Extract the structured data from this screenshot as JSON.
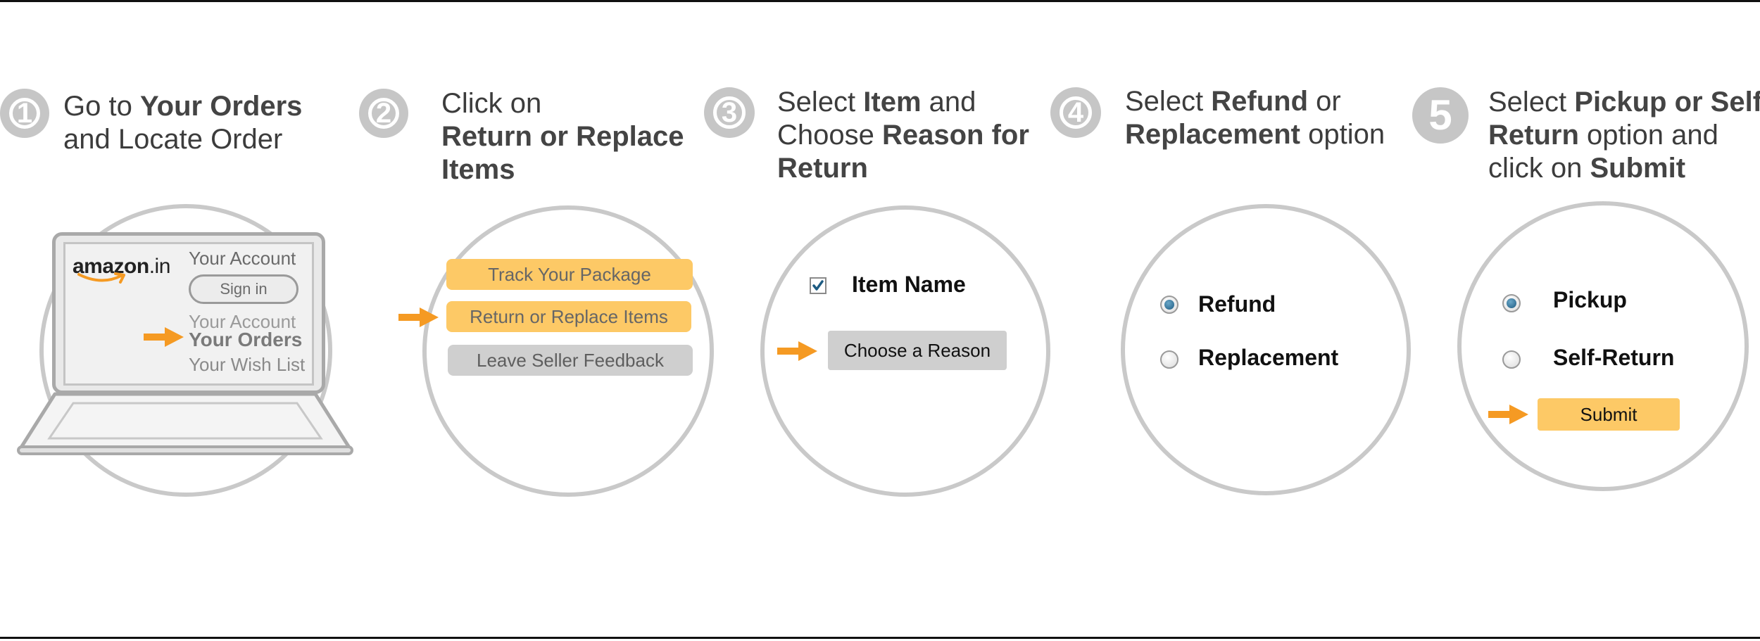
{
  "steps": [
    {
      "number": "1",
      "heading": {
        "l1a": "Go to ",
        "l1b": "Your Orders",
        "l2": "and Locate Order"
      },
      "laptop": {
        "brand": "amazon",
        "brand_suffix": ".in",
        "your_account_1": "Your Account",
        "sign_in": "Sign in",
        "your_account_2": "Your Account",
        "your_orders": "Your Orders",
        "your_wish_list": "Your Wish List"
      }
    },
    {
      "number": "2",
      "heading": {
        "l1": "Click on",
        "l2": "Return or Replace",
        "l3": "Items"
      },
      "buttons": {
        "track": "Track Your Package",
        "return": "Return or Replace  Items",
        "feedback": "Leave Seller Feedback"
      }
    },
    {
      "number": "3",
      "heading": {
        "l1a": "Select ",
        "l1b": "Item",
        "l1c": " and",
        "l2a": "Choose ",
        "l2b": "Reason for",
        "l3": "Return"
      },
      "item_label": "Item Name",
      "reason_button": "Choose a Reason"
    },
    {
      "number": "4",
      "heading": {
        "l1a": "Select ",
        "l1b": "Refund",
        "l1c": " or",
        "l2a": "Replacement",
        "l2b": " option"
      },
      "options": [
        "Refund",
        "Replacement"
      ]
    },
    {
      "number": "5",
      "heading": {
        "l1a": "Select ",
        "l1b": "Pickup or Self",
        "l2a": "Return",
        "l2b": " option and",
        "l3a": "click on ",
        "l3b": "Submit"
      },
      "options": [
        "Pickup",
        "Self-Return"
      ],
      "submit": "Submit"
    }
  ],
  "colors": {
    "accent": "#f59a23",
    "highlight": "#fdc966",
    "circle": "#c9c9c9",
    "radio_on": "#1d5b82",
    "checkbox": "#1d5b82"
  }
}
